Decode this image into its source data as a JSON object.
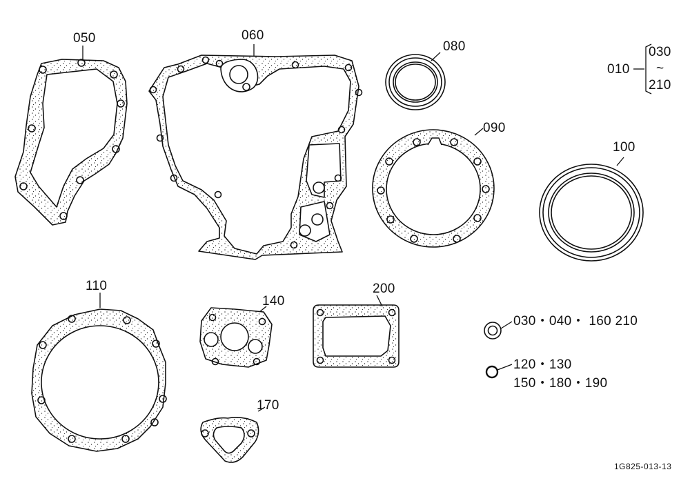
{
  "labels": {
    "p050": "050",
    "p060": "060",
    "p080": "080",
    "p090": "090",
    "p100": "100",
    "p110": "110",
    "p140": "140",
    "p170": "170",
    "p200": "200",
    "kit_root": "010",
    "kit_from": "030",
    "kit_tilde": "~",
    "kit_to": "210",
    "legend_seal": "030・040・ 160  210",
    "legend_oring_1": "120・130",
    "legend_oring_2": "150・180・190",
    "drawing_number": "1G825-013-13"
  },
  "colors": {
    "line": "#111111",
    "fill": "#ffffff"
  }
}
